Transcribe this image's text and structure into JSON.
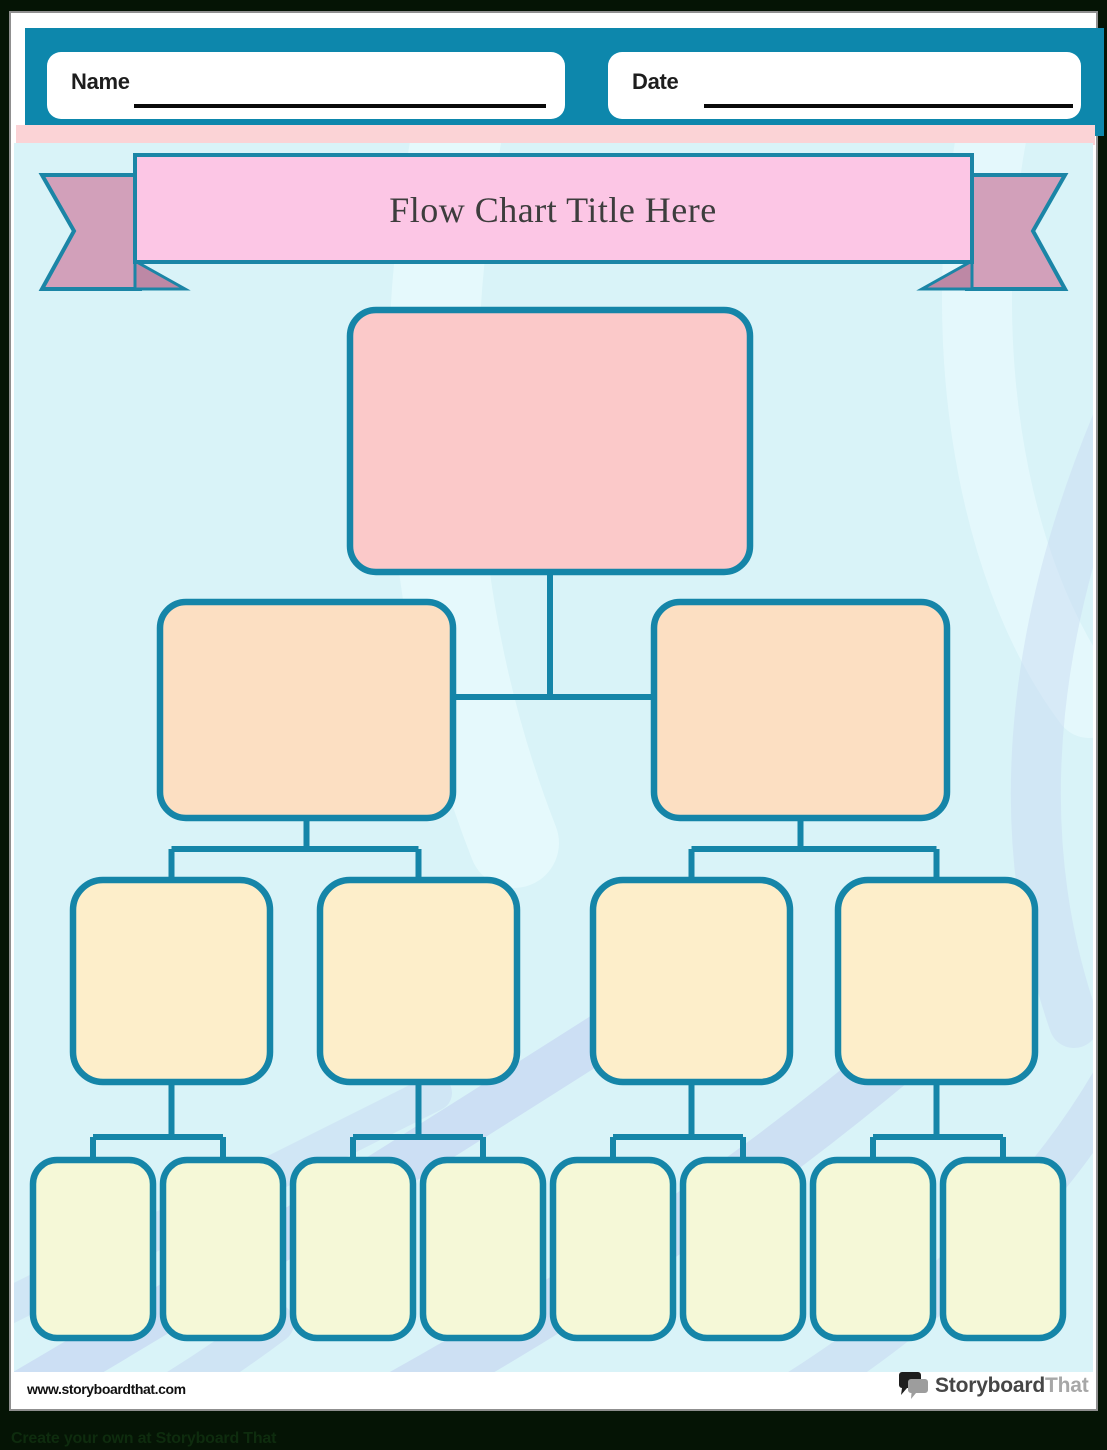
{
  "header": {
    "name_label": "Name",
    "date_label": "Date"
  },
  "banner": {
    "title": "Flow Chart Title Here"
  },
  "flowchart": {
    "type": "tree",
    "title": "Flow Chart Title Here",
    "structure": "1 root node, 2 child nodes, 4 grandchild nodes, 8 leaf nodes; all nodes are empty fill-in boxes",
    "levels": [
      {
        "level": 1,
        "nodes": 1,
        "fill": "#fbc9c9"
      },
      {
        "level": 2,
        "nodes": 2,
        "fill": "#fcdfc2"
      },
      {
        "level": 3,
        "nodes": 4,
        "fill": "#fdeeca"
      },
      {
        "level": 4,
        "nodes": 8,
        "fill": "#f5f8d7"
      }
    ],
    "node_text": ""
  },
  "footer": {
    "website": "www.storyboardthat.com",
    "logo_primary": "Storyboard",
    "logo_secondary": "That"
  },
  "outside": {
    "caption": "Create your own at Storyboard That"
  },
  "colors": {
    "teal_accent": "#0d87ac",
    "node_border_teal": "#1585a8",
    "pink_strip": "#fbd3d6",
    "banner_pink": "#fcc6e5",
    "ribbon_tail_mauve": "#d2a0ba",
    "ribbon_fold_mauve": "#bd88a5",
    "content_background": "#d9f3f8",
    "swirl_blue": "#c8daf2",
    "swirl_light_cyan": "#e6f9fc",
    "outer_background": "#051405"
  }
}
